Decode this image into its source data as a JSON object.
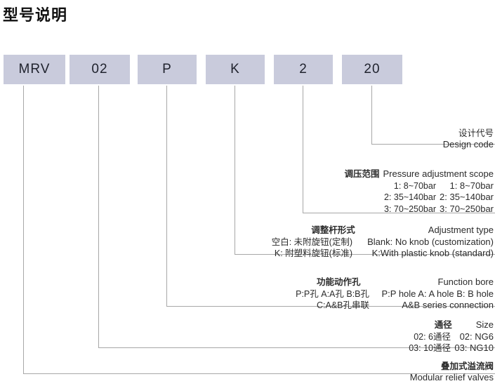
{
  "title": "型号说明",
  "code_boxes": [
    {
      "name": "series",
      "value": "MRV"
    },
    {
      "name": "size",
      "value": "02"
    },
    {
      "name": "bore",
      "value": "P"
    },
    {
      "name": "knob",
      "value": "K"
    },
    {
      "name": "pressure",
      "value": "2"
    },
    {
      "name": "design",
      "value": "20"
    }
  ],
  "sections": {
    "design_code": {
      "zh_title": "设计代号",
      "en_title": "Design code"
    },
    "pressure_scope": {
      "zh_title": "调压范围",
      "en_title": "Pressure adjustment scope",
      "zh_options": [
        "1: 8~70bar",
        "2: 35~140bar",
        "3: 70~250bar"
      ],
      "en_options": [
        "1: 8~70bar",
        "2: 35~140bar",
        "3: 70~250bar"
      ]
    },
    "adjustment_type": {
      "zh_title": "调整杆形式",
      "en_title": "Adjustment type",
      "zh_options": [
        "空白: 未附旋钮(定制)",
        "K: 附塑料旋钮(标准)"
      ],
      "en_options": [
        "Blank: No knob (customization)",
        "K:With plastic knob (standard)"
      ]
    },
    "function_bore": {
      "zh_title": "功能动作孔",
      "en_title": "Function bore",
      "zh_options": [
        "P:P孔  A:A孔  B:B孔",
        "C:A&B孔串联"
      ],
      "en_options": [
        "P:P hole   A: A hole   B: B hole",
        "A&B series connection"
      ]
    },
    "size": {
      "zh_title": "通径",
      "en_title": "Size",
      "zh_options": [
        "02: 6通径",
        "03: 10通径"
      ],
      "en_options": [
        "02: NG6",
        "03: NG10"
      ]
    },
    "product": {
      "zh_title": "叠加式溢流阀",
      "en_title": "Modular relief valves"
    }
  },
  "colors": {
    "box_fill": "#c9cbdc",
    "leader_line": "#a7a7a7",
    "text": "#2b2b2b"
  }
}
